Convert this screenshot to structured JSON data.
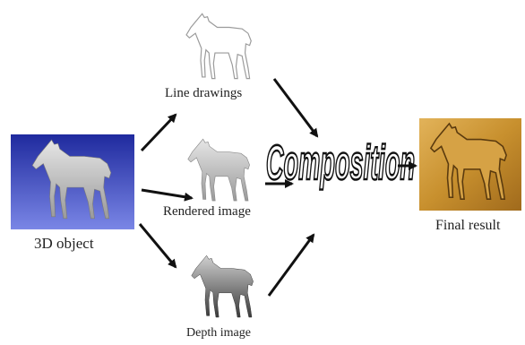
{
  "nodes": {
    "source": {
      "label": "3D object"
    },
    "line_drawings": {
      "label": "Line drawings"
    },
    "rendered_image": {
      "label": "Rendered image"
    },
    "depth_image": {
      "label": "Depth image"
    },
    "composition": {
      "label": "Composition"
    },
    "final_result": {
      "label": "Final result"
    }
  },
  "colors": {
    "source_background_top": "#1f2a9e",
    "source_background_bottom": "#7a86e6",
    "horse_gray": "#b8b8b8",
    "final_gold": "#c8902e",
    "arrow": "#111111",
    "label_text": "#222222"
  }
}
